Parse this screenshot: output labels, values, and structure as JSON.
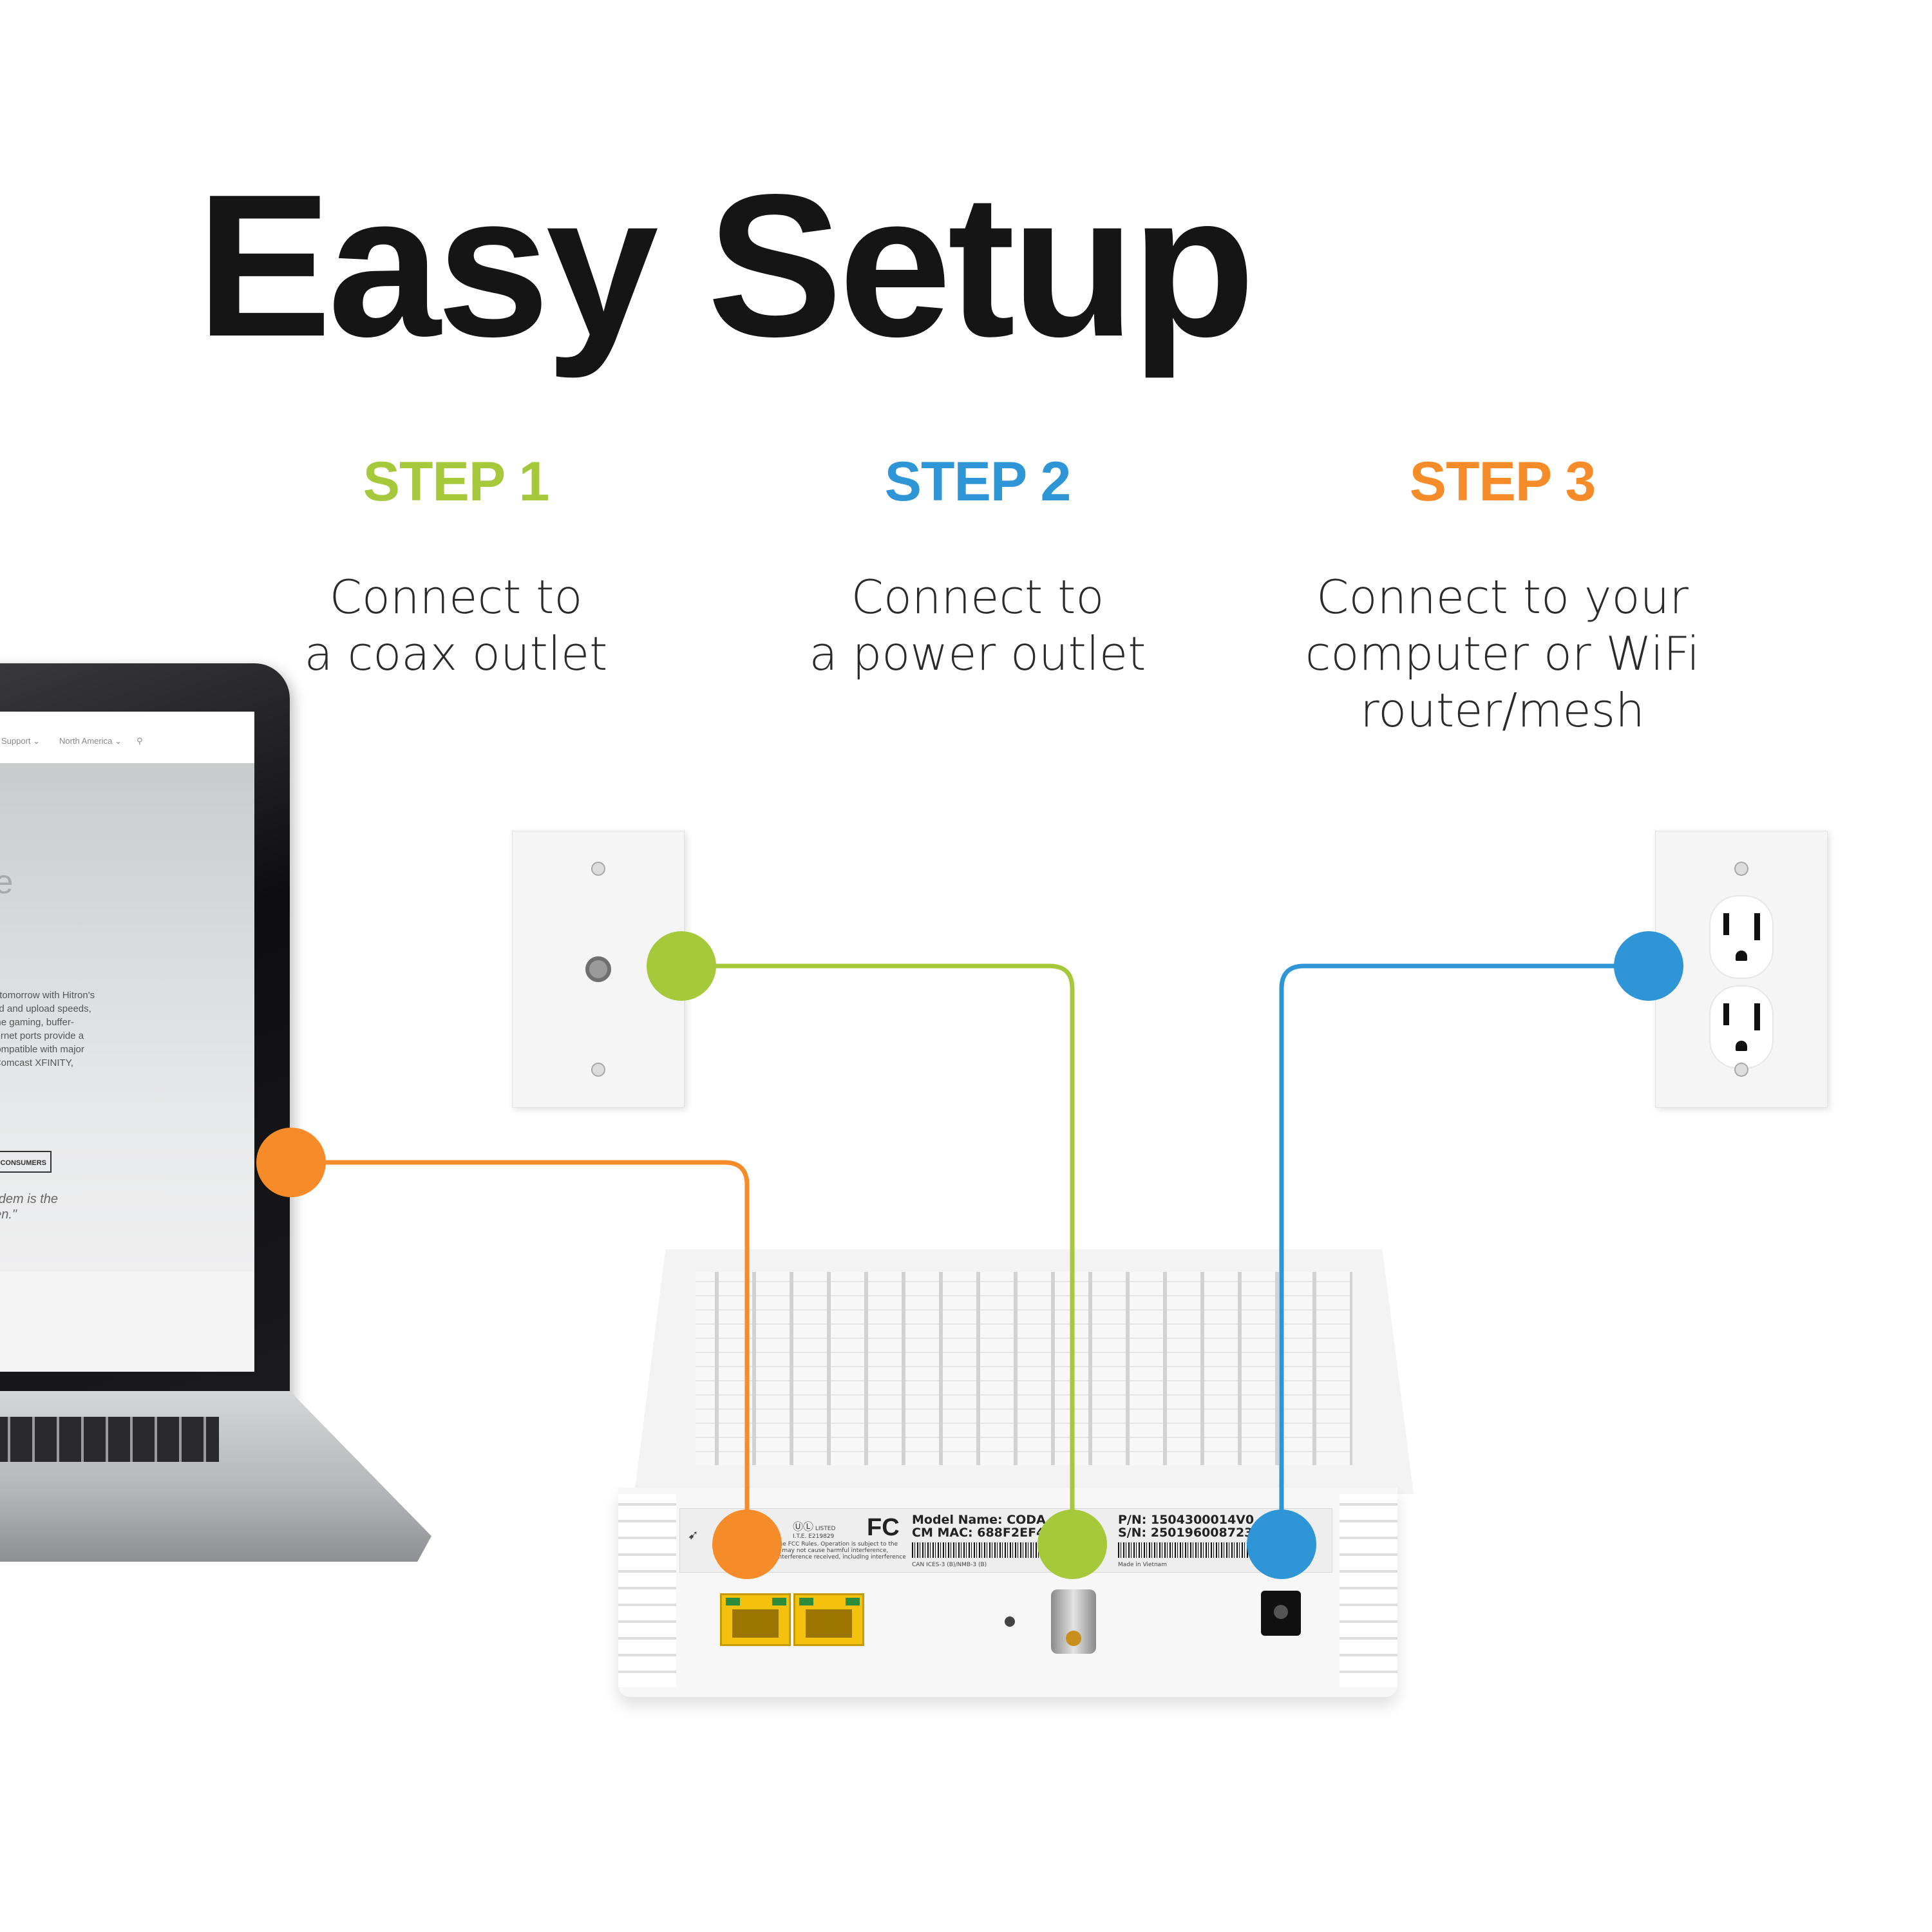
{
  "headline": "Easy Setup",
  "colors": {
    "green": "#a5c93a",
    "blue": "#2e96d6",
    "orange": "#f68b2a",
    "headline": "#151515"
  },
  "steps": [
    {
      "title": "STEP 1",
      "description_lines": [
        "Connect to",
        "a coax outlet"
      ],
      "color": "#a5c93a"
    },
    {
      "title": "STEP 2",
      "description_lines": [
        "Connect to",
        "a power outlet"
      ],
      "color": "#2e96d6"
    },
    {
      "title": "STEP 3",
      "description_lines": [
        "Connect to your",
        "computer or WiFi",
        "router/mesh"
      ],
      "color": "#f68b2a"
    }
  ],
  "laptop_screen": {
    "nav_support": "Support ⌄",
    "nav_region": "North America ⌄",
    "hero_glyph": "le",
    "copy_lines": [
      "and tomorrow with Hitron's",
      "nload and upload speeds,",
      "online gaming, buffer-",
      "Ethernet ports provide a",
      "r. Compatible with major",
      "ng Comcast XFINITY,"
    ],
    "button_label": "AIL CONSUMERS",
    "quote_lines": [
      "Modem is the",
      "seen.\""
    ]
  },
  "modem_label": {
    "model_name": "Model Name: CODA",
    "cm_mac": "CM MAC: 688F2EF4B",
    "part_number": "P/N: 1504300014V0",
    "serial_number": "S/N: 250196008723",
    "ul_text": "LISTED",
    "ul_code": "I.T.E. E219829",
    "fcc": "FC",
    "fcc_note_1": "the FCC Rules. Operation is subject to the",
    "fcc_note_2": "e may not cause harmful interference,",
    "fcc_note_3": "interference received, including interference",
    "can_ices": "CAN ICES-3 (B)/NMB-3 (B)",
    "made_in": "Made in Vietnam"
  },
  "icons": {
    "coax_plate": "coax-wall-plate-icon",
    "power_outlet": "power-outlet-icon",
    "laptop": "laptop-icon",
    "modem": "cable-modem-icon"
  }
}
